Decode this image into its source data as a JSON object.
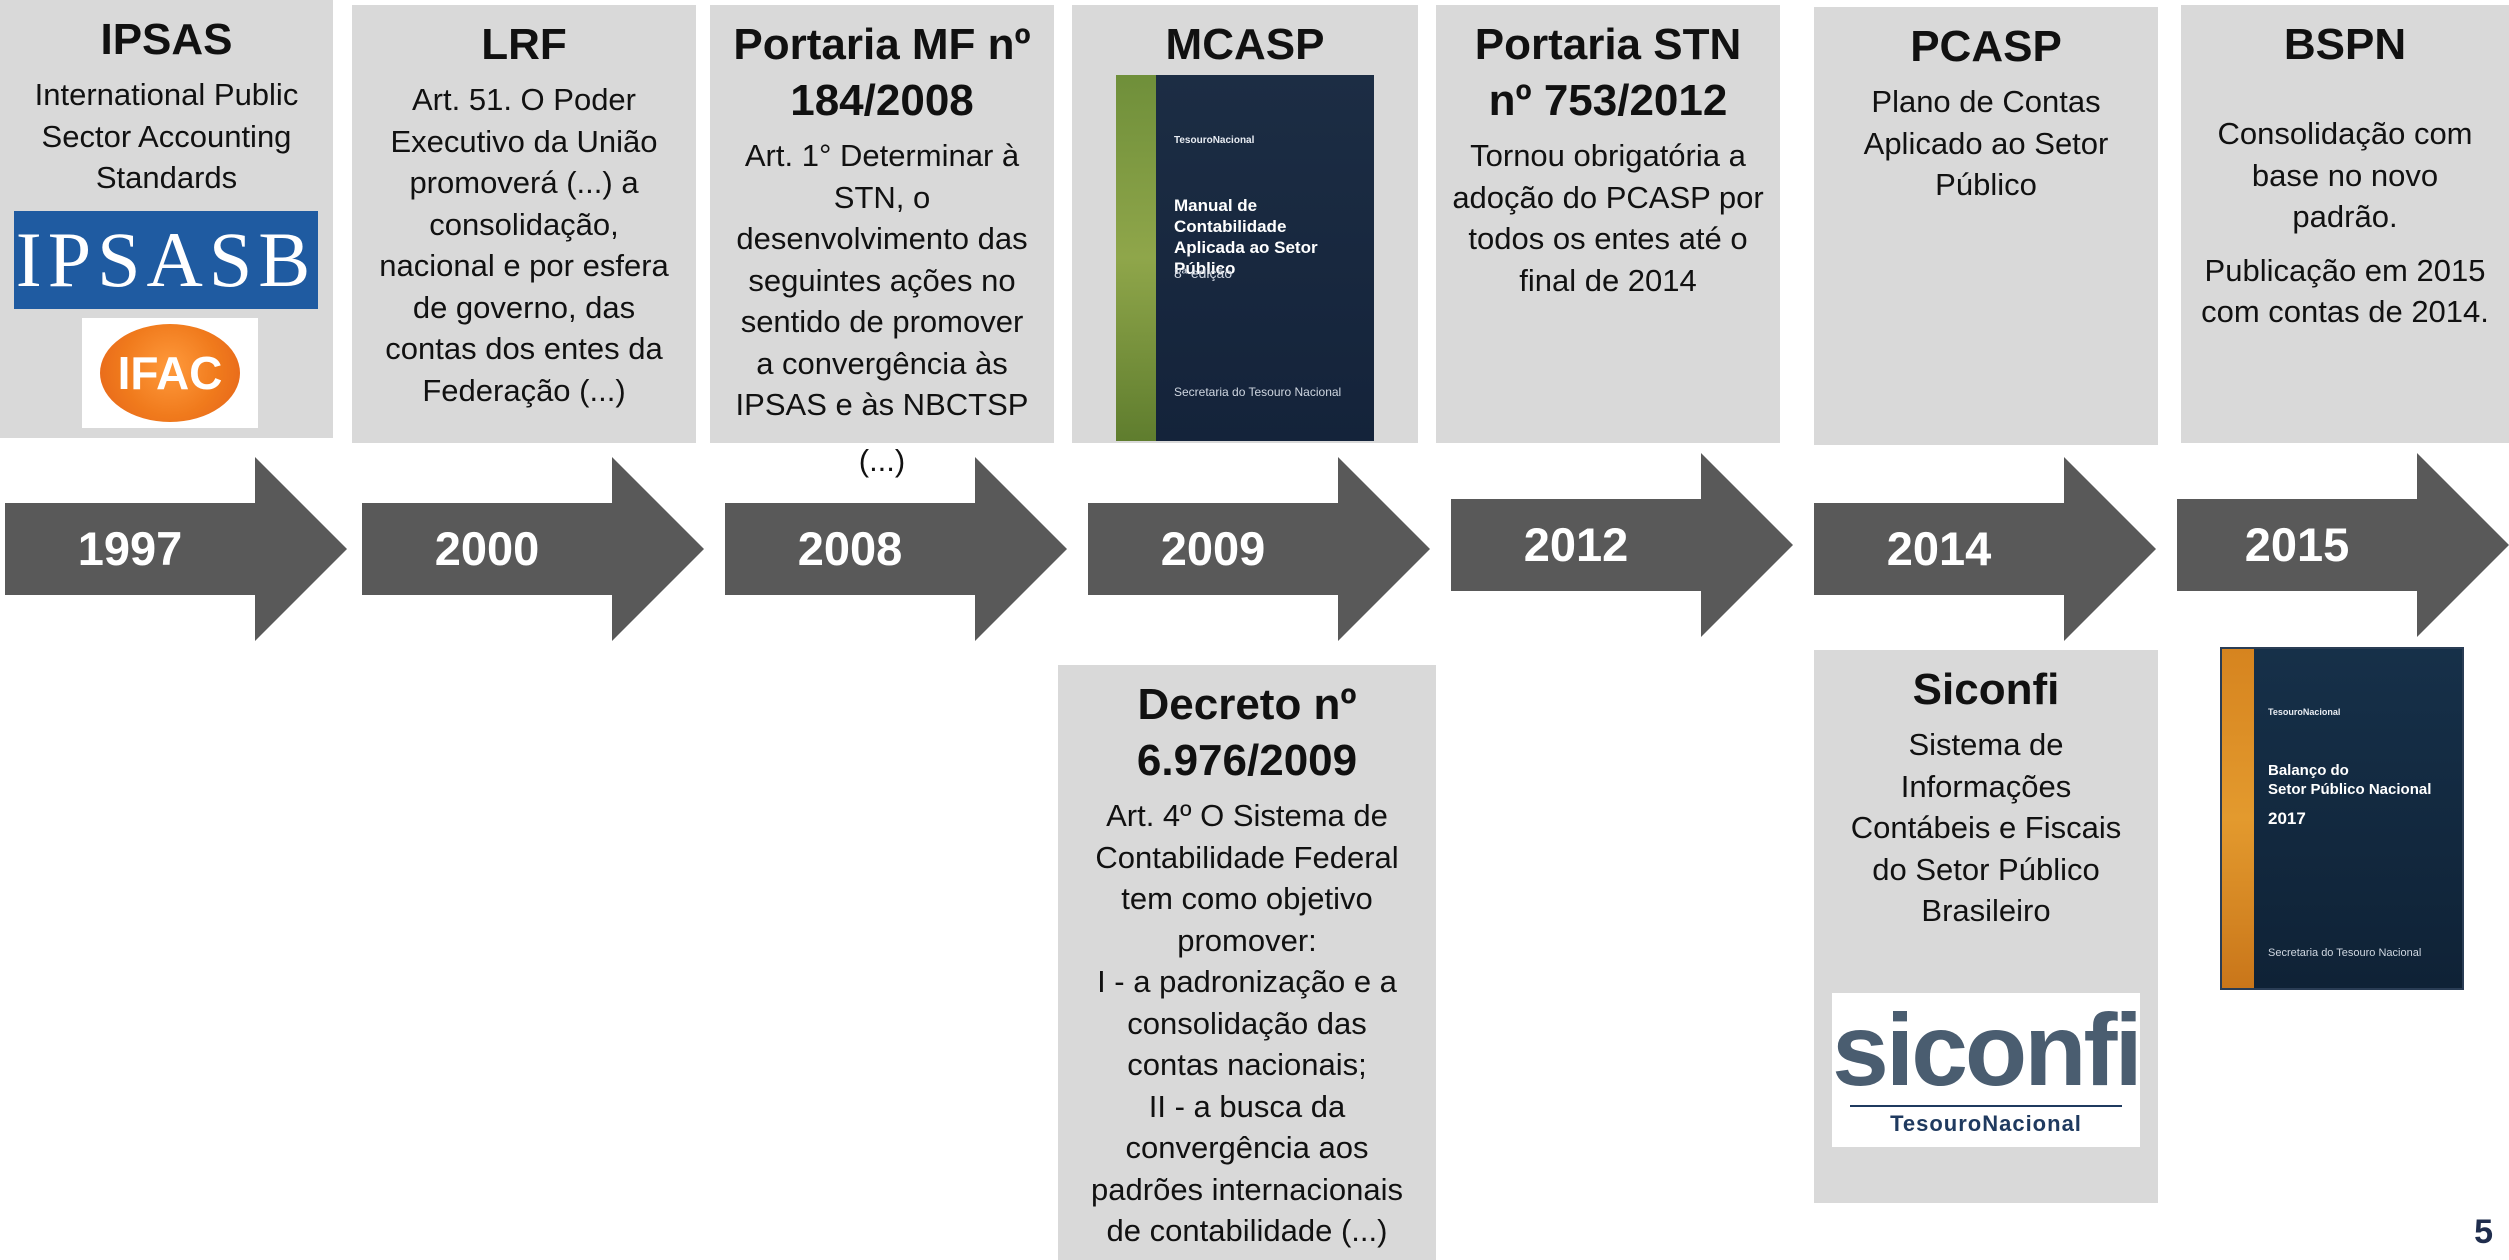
{
  "timeline": [
    {
      "year": "1997",
      "card": {
        "title": "IPSAS",
        "lines": [
          "International Public",
          "Sector Accounting",
          "Standards"
        ],
        "logos": [
          {
            "name": "ipsasb-logo",
            "text": "IPSASB",
            "color": "#1f5ba1"
          },
          {
            "name": "ifac-logo",
            "text": "IFAC",
            "color": "#f07a1c"
          }
        ]
      }
    },
    {
      "year": "2000",
      "card": {
        "title": "LRF",
        "lines": [
          "Art. 51. O Poder",
          "Executivo da União",
          "promoverá (...) a",
          "consolidação,",
          "nacional e por esfera",
          "de governo, das",
          "contas dos entes da",
          "Federação (...)"
        ]
      }
    },
    {
      "year": "2008",
      "card": {
        "title_lines": [
          "Portaria MF nº",
          "184/2008"
        ],
        "lines": [
          "Art. 1° Determinar à",
          "STN, o",
          "desenvolvimento das",
          "seguintes ações no",
          "sentido de promover",
          "a convergência às",
          "IPSAS e às NBCTSP",
          "(...)"
        ]
      }
    },
    {
      "year": "2009",
      "card": {
        "title": "MCASP",
        "book": {
          "publisher": "TesouroNacional",
          "title_lines": [
            "Manual de",
            "Contabilidade",
            "Aplicada ao Setor Público"
          ],
          "edition": "8ª edição",
          "footer": "Secretaria do Tesouro Nacional"
        }
      },
      "lower_card": {
        "title_lines": [
          "Decreto nº",
          "6.976/2009"
        ],
        "lines": [
          "Art. 4º  O Sistema de",
          "Contabilidade Federal",
          "tem como objetivo",
          "promover:",
          "I - a padronização e a",
          "consolidação das",
          "contas nacionais;",
          "II - a busca da",
          "convergência aos",
          "padrões internacionais",
          "de contabilidade (...)"
        ]
      }
    },
    {
      "year": "2012",
      "card": {
        "title_lines": [
          "Portaria STN",
          "nº 753/2012"
        ],
        "lines": [
          "Tornou obrigatória a",
          "adoção do PCASP por",
          "todos os entes até o",
          "final de 2014"
        ]
      }
    },
    {
      "year": "2014",
      "card": {
        "title": "PCASP",
        "lines": [
          "Plano de Contas",
          "Aplicado ao Setor",
          "Público"
        ]
      },
      "lower_card": {
        "title": "Siconfi",
        "lines": [
          "Sistema de",
          "Informações",
          "Contábeis e Fiscais",
          "do Setor Público",
          "Brasileiro"
        ],
        "logo": {
          "word": "siconfi",
          "subtitle": "TesouroNacional"
        }
      }
    },
    {
      "year": "2015",
      "card": {
        "title": "BSPN",
        "paragraphs": [
          [
            "Consolidação com",
            "base no novo",
            "padrão."
          ],
          [
            "Publicação em 2015",
            "com contas de 2014."
          ]
        ],
        "book": {
          "publisher": "TesouroNacional",
          "title_lines": [
            "Balanço do",
            "Setor Público Nacional"
          ],
          "year": "2017",
          "footer": "Secretaria do Tesouro Nacional"
        }
      }
    }
  ],
  "page_number": "5",
  "colors": {
    "card_bg": "#d9d9d9",
    "arrow": "#595959",
    "book_bg": "#1b2f4a",
    "book_spine": "#6f8f3a"
  }
}
